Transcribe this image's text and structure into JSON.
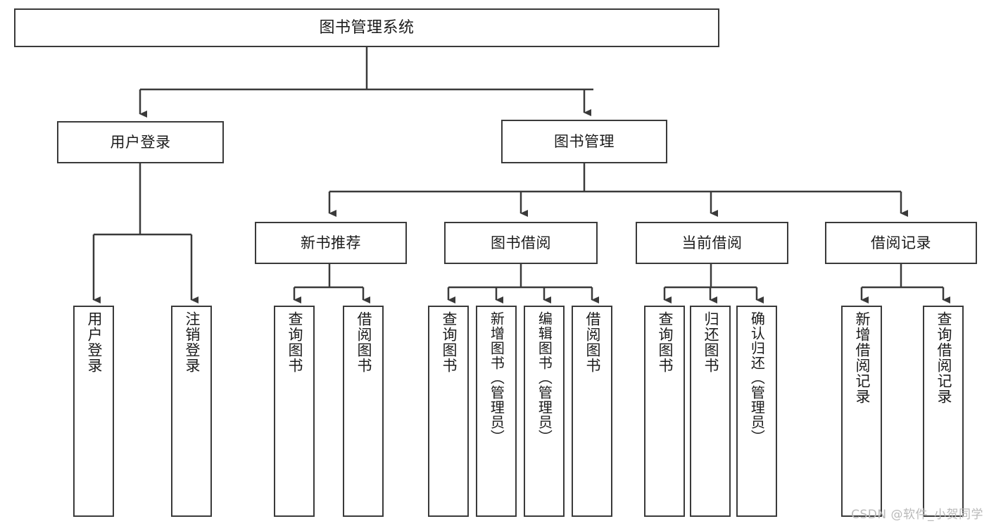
{
  "diagram": {
    "type": "tree-hierarchy",
    "title": "图书管理系统",
    "root": {
      "id": "root",
      "label": "图书管理系统",
      "shape": "rectangle",
      "orientation": "horizontal"
    },
    "level2": [
      {
        "id": "user-login",
        "label": "用户登录",
        "orientation": "horizontal"
      },
      {
        "id": "book-management",
        "label": "图书管理",
        "orientation": "horizontal"
      }
    ],
    "level3": [
      {
        "id": "new-book-recommend",
        "label": "新书推荐",
        "parent": "book-management",
        "orientation": "horizontal"
      },
      {
        "id": "book-borrow",
        "label": "图书借阅",
        "parent": "book-management",
        "orientation": "horizontal"
      },
      {
        "id": "current-borrow",
        "label": "当前借阅",
        "parent": "book-management",
        "orientation": "horizontal"
      },
      {
        "id": "borrow-record",
        "label": "借阅记录",
        "parent": "book-management",
        "orientation": "horizontal"
      }
    ],
    "leaves": [
      {
        "id": "leaf-user-login",
        "label": "用户登录",
        "parent": "user-login",
        "orientation": "vertical"
      },
      {
        "id": "leaf-logout",
        "label": "注销登录",
        "parent": "user-login",
        "orientation": "vertical"
      },
      {
        "id": "leaf-query-book-1",
        "label": "查询图书",
        "parent": "new-book-recommend",
        "orientation": "vertical"
      },
      {
        "id": "leaf-borrow-book-1",
        "label": "借阅图书",
        "parent": "new-book-recommend",
        "orientation": "vertical"
      },
      {
        "id": "leaf-query-book-2",
        "label": "查询图书",
        "parent": "book-borrow",
        "orientation": "vertical"
      },
      {
        "id": "leaf-add-book",
        "label": "新增图书（管理员）",
        "parent": "book-borrow",
        "orientation": "vertical"
      },
      {
        "id": "leaf-edit-book",
        "label": "编辑图书（管理员）",
        "parent": "book-borrow",
        "orientation": "vertical"
      },
      {
        "id": "leaf-borrow-book-2",
        "label": "借阅图书",
        "parent": "book-borrow",
        "orientation": "vertical"
      },
      {
        "id": "leaf-query-book-3",
        "label": "查询图书",
        "parent": "current-borrow",
        "orientation": "vertical"
      },
      {
        "id": "leaf-return-book",
        "label": "归还图书",
        "parent": "current-borrow",
        "orientation": "vertical"
      },
      {
        "id": "leaf-confirm-return",
        "label": "确认归还（管理员）",
        "parent": "current-borrow",
        "orientation": "vertical"
      },
      {
        "id": "leaf-add-record",
        "label": "新增借阅记录",
        "parent": "borrow-record",
        "orientation": "vertical"
      },
      {
        "id": "leaf-query-record",
        "label": "查询借阅记录",
        "parent": "borrow-record",
        "orientation": "vertical"
      }
    ]
  },
  "watermark": {
    "text": "CSDN @软件_小贺同学"
  },
  "colors": {
    "stroke": "#3a3a3a",
    "background": "#ffffff",
    "text": "#1b1b1b",
    "watermark": "#b9b9b9"
  }
}
